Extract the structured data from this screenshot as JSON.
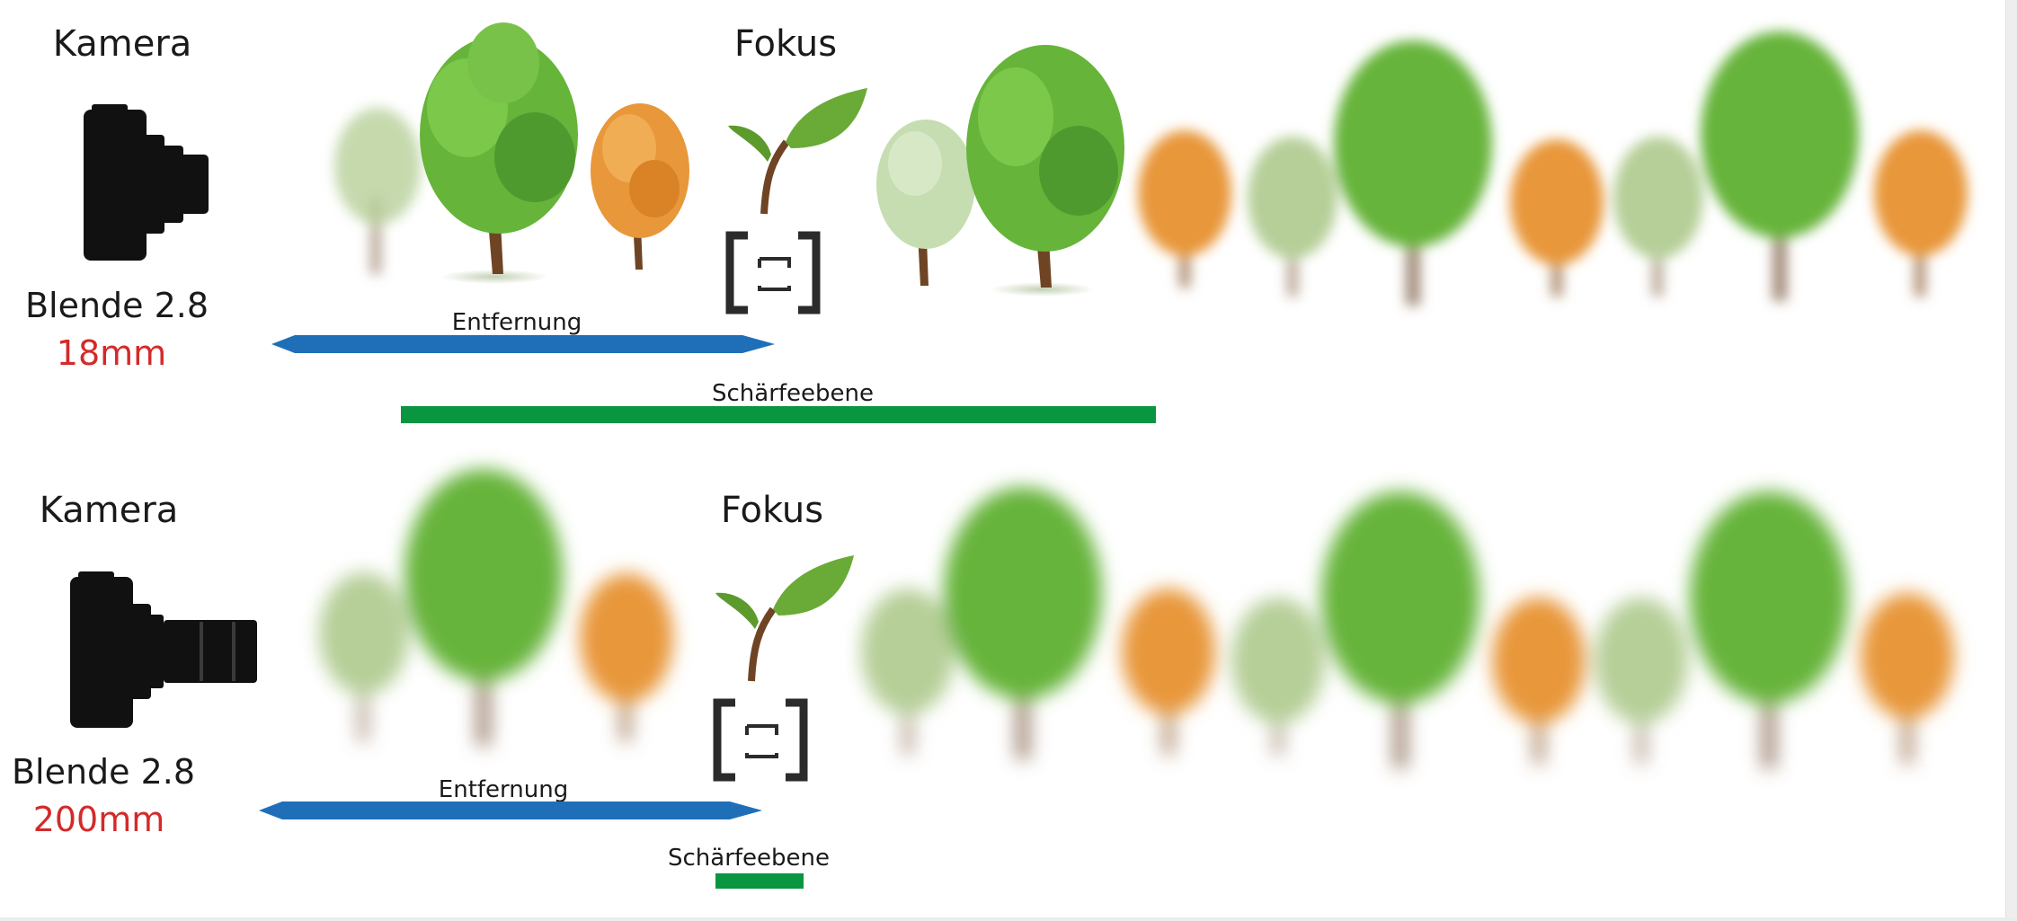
{
  "colors": {
    "distance_arrow": "#1f6fb8",
    "focus_plane": "#0a9640",
    "focal_length_text": "#d42a2a",
    "text": "#1a1a1a",
    "tree_green": "#66b43a",
    "tree_green_dark": "#3f8a26",
    "tree_orange": "#e8973a",
    "tree_pale": "#b6cf98",
    "trunk": "#6f4424",
    "camera": "#111111",
    "focus_bracket": "#2b2b2b"
  },
  "panels": [
    {
      "camera_label": "Kamera",
      "focus_label": "Fokus",
      "aperture": "Blende 2.8",
      "focal_length": "18mm",
      "distance_label": "Entfernung",
      "focus_plane_label": "Schärfeebene"
    },
    {
      "camera_label": "Kamera",
      "focus_label": "Fokus",
      "aperture": "Blende 2.8",
      "focal_length": "200mm",
      "distance_label": "Entfernung",
      "focus_plane_label": "Schärfeebene"
    }
  ]
}
